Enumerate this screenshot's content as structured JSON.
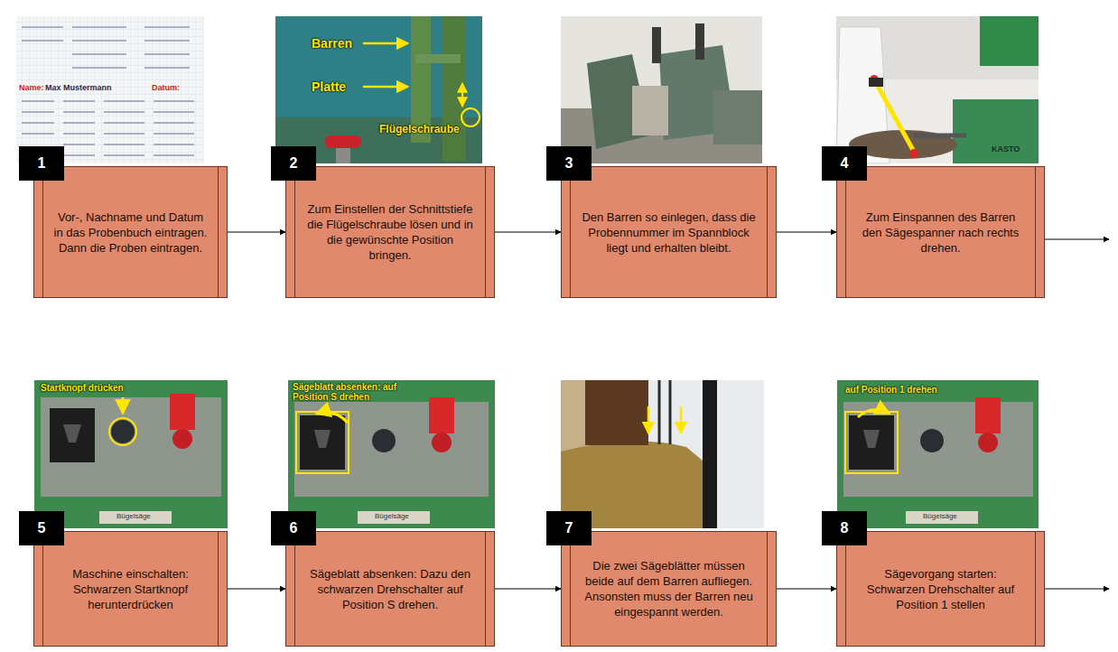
{
  "diagram": {
    "nodes": [
      {
        "text": [
          "1",
          "Vor-, Nachname und Datum in das Probenbuch eintragen. Dann die Proben eintragen."
        ]
      },
      {
        "text": [
          "2",
          "Zum Einstellen der Schnittstiefe die Flügelschraube lösen und in die gewünschte Position bringen."
        ]
      },
      {
        "text": [
          "3",
          "Den Barren so einlegen, dass die Probennummer im Spannblock liegt und erhalten bleibt."
        ]
      },
      {
        "text": [
          "4",
          "Zum Einspannen des Barren den Sägespanner nach rechts drehen."
        ]
      },
      {
        "text": [
          "5",
          "Maschine einschalten: Schwarzen Startknopf herunterdrücken"
        ]
      },
      {
        "text": [
          "6",
          "Sägeblatt absenken: Dazu den schwarzen Drehschalter auf Position S drehen."
        ]
      },
      {
        "text": [
          "7",
          "Die zwei Sägeblätter müssen beide auf dem Barren aufliegen. Ansonsten muss der Barren neu eingespannt werden."
        ]
      },
      {
        "text": [
          "8",
          "Sägevorgang starten: Schwarzen Drehschalter auf Position 1 stellen"
        ]
      }
    ],
    "edges": [
      {
        "from": 0,
        "to": 1,
        "arrow": "to"
      },
      {
        "from": 1,
        "to": 2,
        "arrow": "to"
      },
      {
        "from": 2,
        "to": 3,
        "arrow": "to"
      },
      {
        "from": 4,
        "to": 5,
        "arrow": "to"
      },
      {
        "from": 5,
        "to": 6,
        "arrow": "to"
      },
      {
        "from": 6,
        "to": 7,
        "arrow": "to"
      }
    ],
    "labels": [
      "Name:",
      "Max Mustermann",
      "Datum:",
      "Barren",
      "Platte",
      "Flügelschraube",
      "KASTO",
      "Startknopf drücken",
      "Bügelsäge",
      "Sägeblatt absenken: auf Position S drehen",
      "Bügelsäge",
      "auf Position 1 drehen",
      "Bügelsäge"
    ]
  }
}
